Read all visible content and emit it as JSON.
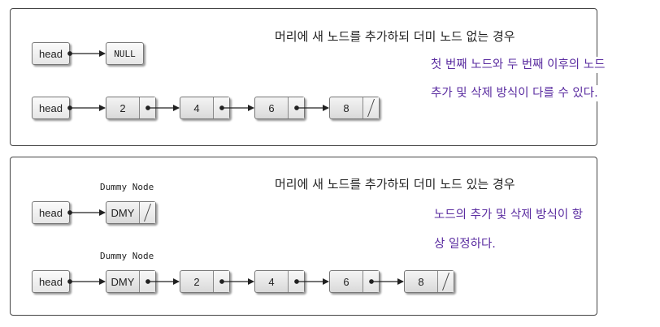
{
  "without_dummy": {
    "heading": "머리에 새 노드를 추가하되 더미 노드 없는 경우",
    "note_line1": "첫 번째 노드와 두 번째 이후의 노드",
    "note_line2": "추가 및 삭제 방식이 다를 수 있다.",
    "row1": {
      "head": "head",
      "null": "NULL"
    },
    "row2": {
      "head": "head",
      "nodes": [
        "2",
        "4",
        "6",
        "8"
      ]
    }
  },
  "with_dummy": {
    "heading": "머리에 새 노드를 추가하되 더미 노드 있는 경우",
    "note_line1": "노드의 추가 및 삭제 방식이 항",
    "note_line2": "상 일정하다.",
    "caption1": "Dummy Node",
    "caption2": "Dummy Node",
    "row1": {
      "head": "head",
      "dummy": "DMY"
    },
    "row2": {
      "head": "head",
      "dummy": "DMY",
      "nodes": [
        "2",
        "4",
        "6",
        "8"
      ]
    }
  }
}
